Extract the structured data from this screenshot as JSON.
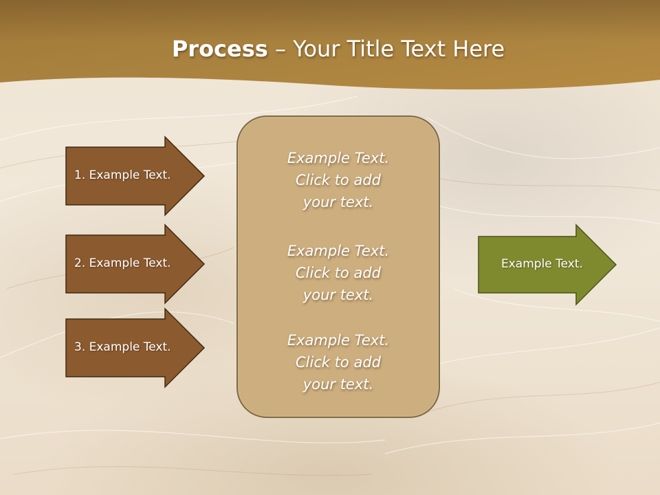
{
  "title": {
    "bold": "Process",
    "rest": " – Your Title Text Here"
  },
  "steps": [
    {
      "label": "1. Example Text."
    },
    {
      "label": "2. Example Text."
    },
    {
      "label": "3. Example Text."
    }
  ],
  "center_box": {
    "blocks": [
      {
        "lines": [
          "Example Text.",
          "Click  to add",
          "your text."
        ]
      },
      {
        "lines": [
          "Example Text.",
          "Click  to add",
          "your text."
        ]
      },
      {
        "lines": [
          "Example Text.",
          "Click  to add",
          "your text."
        ]
      }
    ]
  },
  "output": {
    "label": "Example Text."
  },
  "colors": {
    "header_band": "#a9823f",
    "step_arrow_fill": "#8b5a2f",
    "step_arrow_border": "#3e2a14",
    "center_box_fill": "#cdae7f",
    "output_arrow_fill": "#7f8a2e",
    "output_arrow_border": "#4a5117"
  }
}
